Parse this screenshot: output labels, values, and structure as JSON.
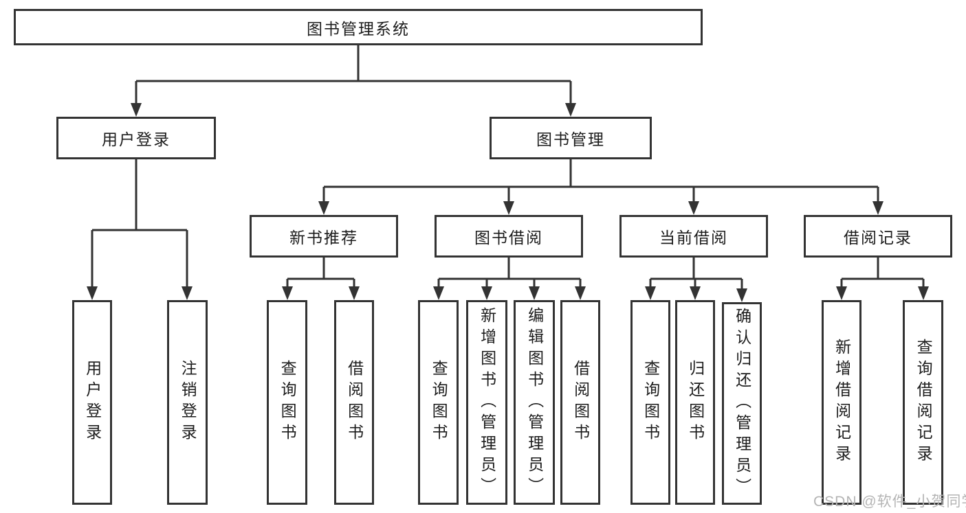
{
  "colors": {
    "background": "#ffffff",
    "line": "#333333",
    "text": "#1c1c1c",
    "watermark_text": "#b4b4b4"
  },
  "diagram": {
    "root": {
      "label": "图书管理系统"
    },
    "branches": [
      {
        "label": "用户登录",
        "children": [
          {
            "label": "用户登录"
          },
          {
            "label": "注销登录"
          }
        ]
      },
      {
        "label": "图书管理",
        "children": [
          {
            "label": "新书推荐",
            "children": [
              {
                "label": "查询图书"
              },
              {
                "label": "借阅图书"
              }
            ]
          },
          {
            "label": "图书借阅",
            "children": [
              {
                "label": "查询图书"
              },
              {
                "label": "新增图书（管理员）"
              },
              {
                "label": "编辑图书（管理员）"
              },
              {
                "label": "借阅图书"
              }
            ]
          },
          {
            "label": "当前借阅",
            "children": [
              {
                "label": "查询图书"
              },
              {
                "label": "归还图书"
              },
              {
                "label": "确认归还（管理员）"
              }
            ]
          },
          {
            "label": "借阅记录",
            "children": [
              {
                "label": "新增借阅记录"
              },
              {
                "label": "查询借阅记录"
              }
            ]
          }
        ]
      }
    ]
  },
  "watermark": {
    "text": "CSDN @软件_小贺同学"
  }
}
